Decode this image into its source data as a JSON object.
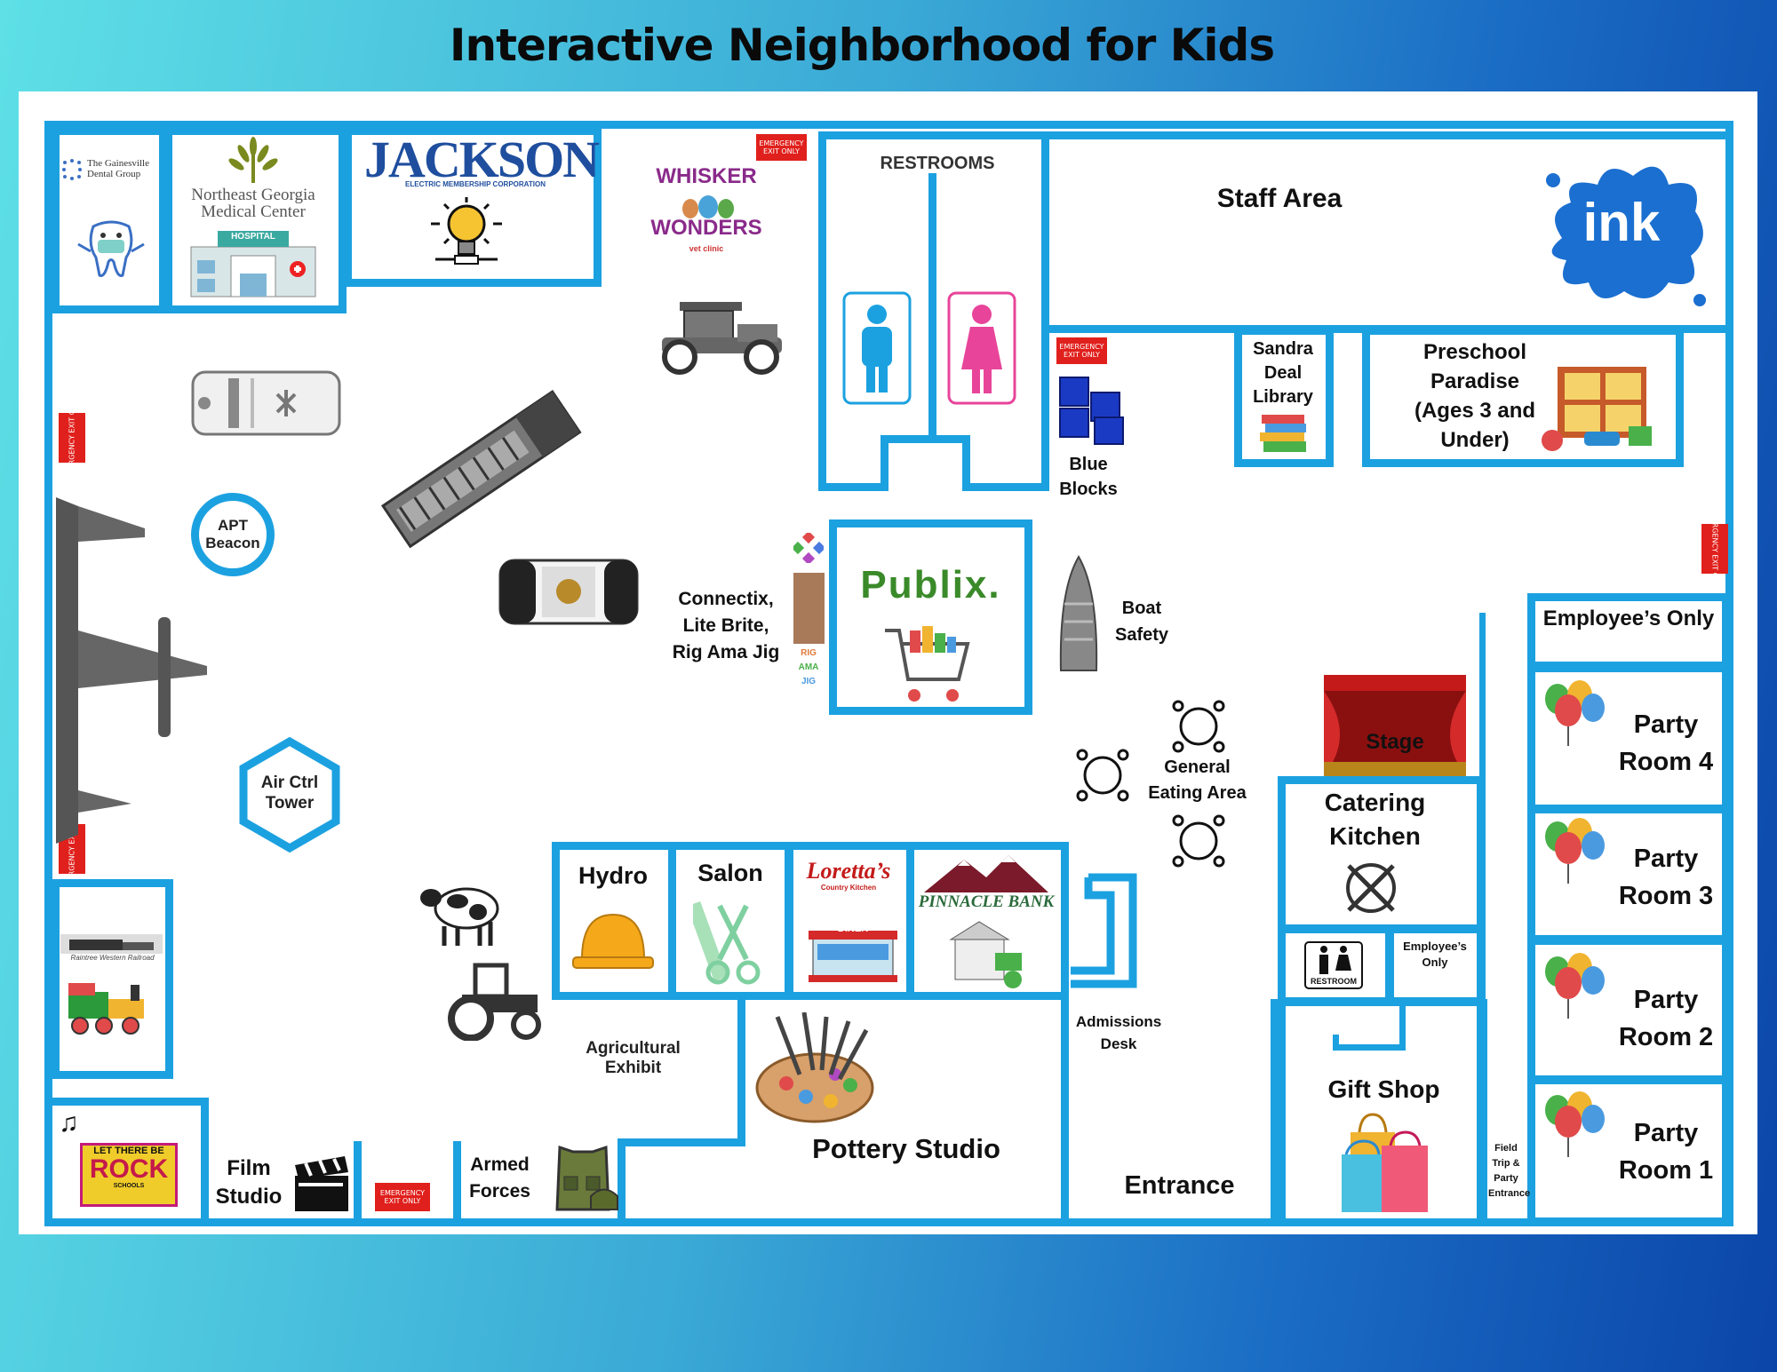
{
  "title": "Interactive Neighborhood for Kids",
  "colors": {
    "wall": "#1ca1e0",
    "exit": "#e0201c",
    "bg_start": "#5ee0e6",
    "bg_end": "#0b45a8"
  },
  "exit_label": "EMERGENCY EXIT ONLY",
  "rooms": {
    "dental": {
      "brand": "The Gainesville Dental Group",
      "icon": "tooth-icon"
    },
    "hospital": {
      "brand": "Northeast Georgia Medical Center",
      "sign": "HOSPITAL",
      "icon": "hospital-icon"
    },
    "jackson": {
      "brand": "JACKSON",
      "sub": "ELECTRIC MEMBERSHIP CORPORATION",
      "icon": "lightbulb-icon"
    },
    "vet": {
      "brand_top": "WHISKER",
      "brand_bottom": "WONDERS",
      "sub": "vet clinic"
    },
    "restrooms": "RESTROOMS",
    "staff": "Staff Area",
    "ink": "ink",
    "library": "Sandra Deal Library",
    "preschool": "Preschool Paradise (Ages 3 and Under)",
    "blue_blocks": "Blue Blocks",
    "apt_beacon": "APT Beacon",
    "connectix": "Connectix, Lite Brite, Rig Ama Jig",
    "rig_ama_jig": [
      "RIG",
      "AMA",
      "JIG"
    ],
    "publix": "Publix.",
    "boat_safety": "Boat Safety",
    "employees_only": "Employee’s Only",
    "party4": "Party Room 4",
    "party3": "Party Room 3",
    "party2": "Party Room 2",
    "party1": "Party Room 1",
    "stage": "Stage",
    "eating": "General Eating Area",
    "air_ctrl": "Air Ctrl Tower",
    "hydro": "Hydro",
    "salon": "Salon",
    "lorettas": {
      "brand": "Loretta’s",
      "sub": "Country Kitchen",
      "diner": "DINER"
    },
    "pinnacle": "PINNACLE BANK",
    "catering": "Catering Kitchen",
    "restroom_small": "RESTROOM",
    "employees_only_small": "Employee’s Only",
    "admissions": "Admissions Desk",
    "agricultural": "Agricultural Exhibit",
    "railroad": "Raintree Western Railroad",
    "rock": {
      "line1": "LET THERE BE",
      "line2": "ROCK",
      "line3": "SCHOOLS"
    },
    "film": "Film Studio",
    "armed": "Armed Forces",
    "pottery": "Pottery Studio",
    "entrance": "Entrance",
    "gift": "Gift Shop",
    "field_trip": "Field Trip & Party Entrance"
  }
}
